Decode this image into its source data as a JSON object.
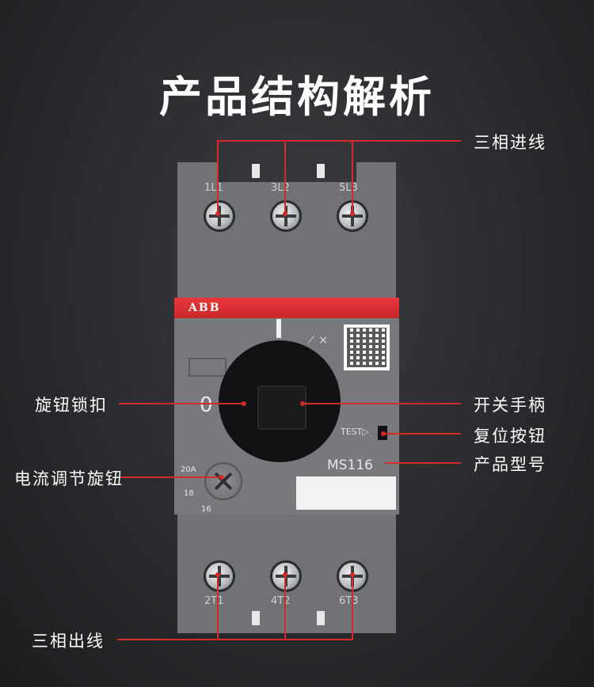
{
  "title": "产品结构解析",
  "labels": {
    "input_lines": "三相进线",
    "lock_clasp": "旋钮锁扣",
    "current_knob": "电流调节旋钮",
    "switch_handle": "开关手柄",
    "reset_button": "复位按钮",
    "model": "产品型号",
    "output_lines": "三相出线"
  },
  "device": {
    "brand": "ABB",
    "model": "MS116",
    "test": "TEST▷",
    "off": "0",
    "top_terminals": [
      "1L1",
      "3L2",
      "5L3"
    ],
    "bottom_terminals": [
      "2T1",
      "4T2",
      "6T3"
    ],
    "scale": [
      "20A",
      "18",
      "16"
    ]
  },
  "colors": {
    "accent": "#d42a2a",
    "band": "#e8373a",
    "body": "#707275"
  }
}
